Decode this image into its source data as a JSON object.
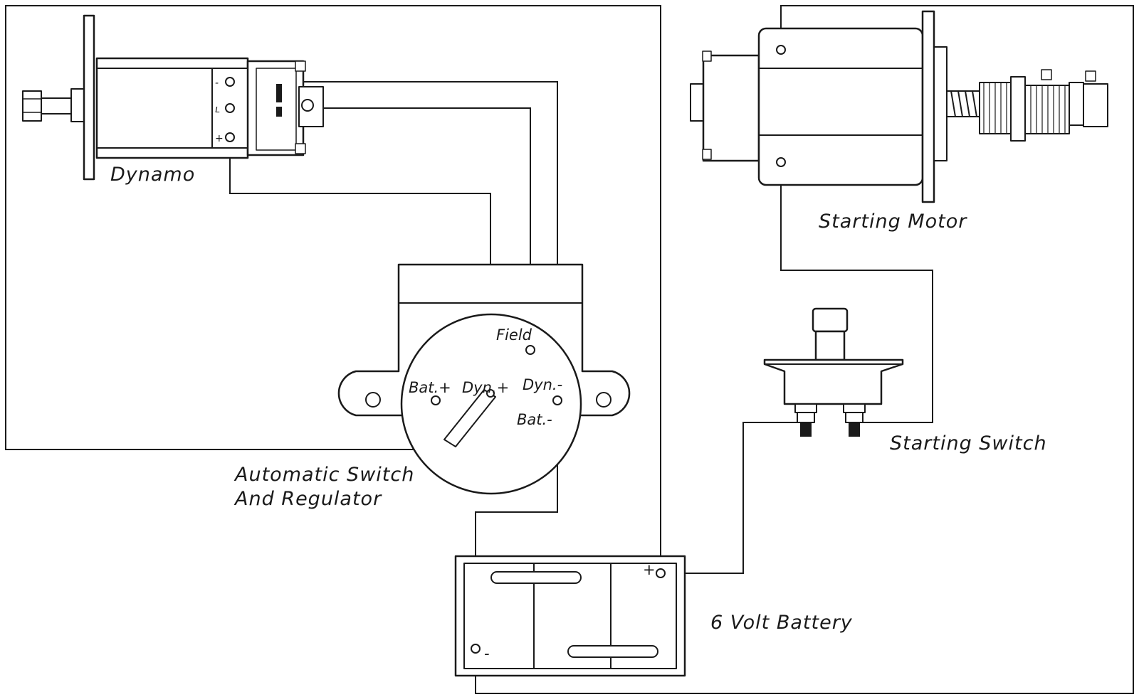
{
  "diagram": {
    "components": {
      "dynamo": {
        "label": "Dynamo"
      },
      "starting_motor": {
        "label": "Starting Motor"
      },
      "regulator": {
        "label_line1": "Automatic Switch",
        "label_line2": "And Regulator",
        "terminals": {
          "field": "Field",
          "bat_plus": "Bat.+",
          "dyn_plus": "Dyn.+",
          "dyn_minus": "Dyn.-",
          "bat_minus": "Bat.-"
        }
      },
      "starting_switch": {
        "label": "Starting Switch"
      },
      "battery": {
        "label": "6 Volt Battery",
        "plus": "+",
        "minus": "-"
      }
    },
    "colors": {
      "ink": "#1a1a1a",
      "paper": "#ffffff"
    }
  }
}
